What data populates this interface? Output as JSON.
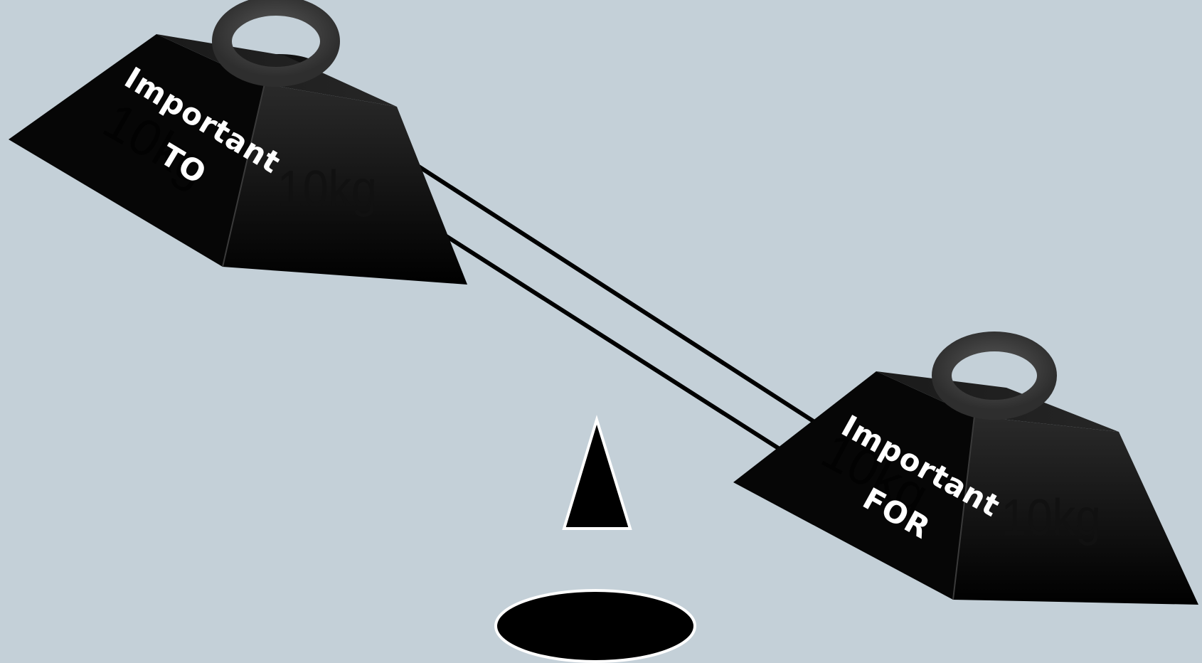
{
  "left_weight": {
    "mass_label": "10kg",
    "text_line1": "Important",
    "text_line2": "TO"
  },
  "right_weight": {
    "mass_label": "10kg",
    "text_line1": "Important",
    "text_line2": "FOR"
  },
  "colors": {
    "background": "#c4d0d8",
    "weight": "#0a0a0a",
    "handle": "#3a3a3a",
    "label": "#ffffff"
  }
}
